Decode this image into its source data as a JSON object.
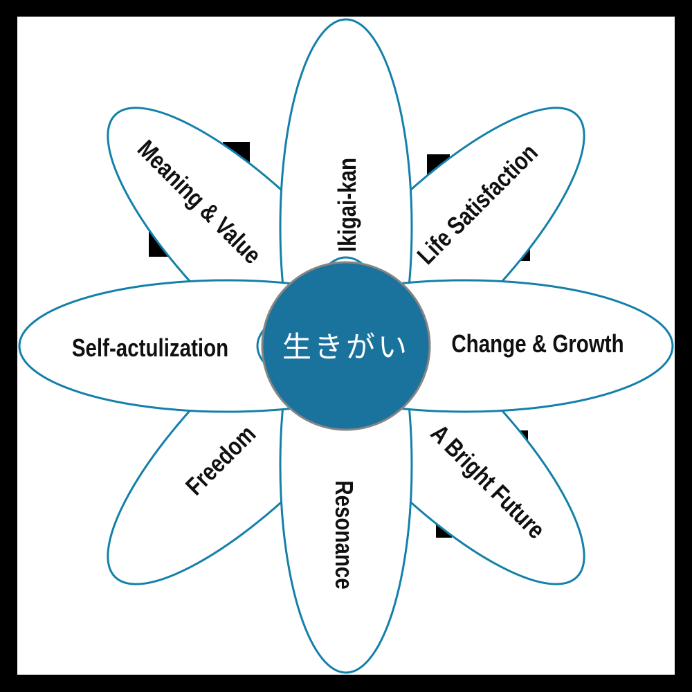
{
  "diagram": {
    "name": "ikigai-flower",
    "center": {
      "label": "生きがい"
    },
    "petals": [
      {
        "id": "ikigai-kan",
        "label": "Ikigai-kan"
      },
      {
        "id": "life-satisfaction",
        "label": "Life Satisfaction"
      },
      {
        "id": "change-growth",
        "label": "Change & Growth"
      },
      {
        "id": "a-bright-future",
        "label": "A Bright Future"
      },
      {
        "id": "resonance",
        "label": "Resonance"
      },
      {
        "id": "freedom",
        "label": "Freedom"
      },
      {
        "id": "self-actulization",
        "label": "Self-actulization"
      },
      {
        "id": "meaning-value",
        "label": "Meaning & Value"
      }
    ],
    "colors": {
      "petal_stroke": "#1380A9",
      "center_fill": "#1A739D",
      "center_border": "#878583",
      "label_text": "#101010",
      "center_text": "#FFFFFF",
      "frame": "#000000",
      "background": "#FFFFFF"
    }
  }
}
